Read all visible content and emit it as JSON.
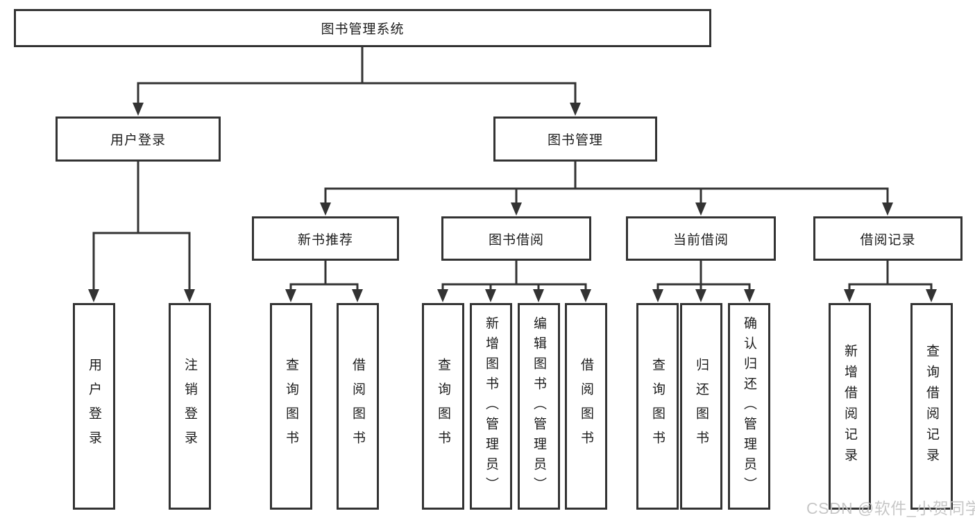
{
  "diagram": {
    "root": {
      "label": "图书管理系统"
    },
    "branches": [
      {
        "label": "用户登录",
        "children": [
          {
            "label": "用户登录"
          },
          {
            "label": "注销登录"
          }
        ]
      },
      {
        "label": "图书管理",
        "children": [
          {
            "label": "新书推荐",
            "children": [
              {
                "label": "查询图书"
              },
              {
                "label": "借阅图书"
              }
            ]
          },
          {
            "label": "图书借阅",
            "children": [
              {
                "label": "查询图书"
              },
              {
                "label": "新增图书（管理员）"
              },
              {
                "label": "编辑图书（管理员）"
              },
              {
                "label": "借阅图书"
              }
            ]
          },
          {
            "label": "当前借阅",
            "children": [
              {
                "label": "查询图书"
              },
              {
                "label": "归还图书"
              },
              {
                "label": "确认归还（管理员）"
              }
            ]
          },
          {
            "label": "借阅记录",
            "children": [
              {
                "label": "新增借阅记录"
              },
              {
                "label": "查询借阅记录"
              }
            ]
          }
        ]
      }
    ]
  },
  "watermark": {
    "text": "CSDN @软件_小贺同学"
  }
}
